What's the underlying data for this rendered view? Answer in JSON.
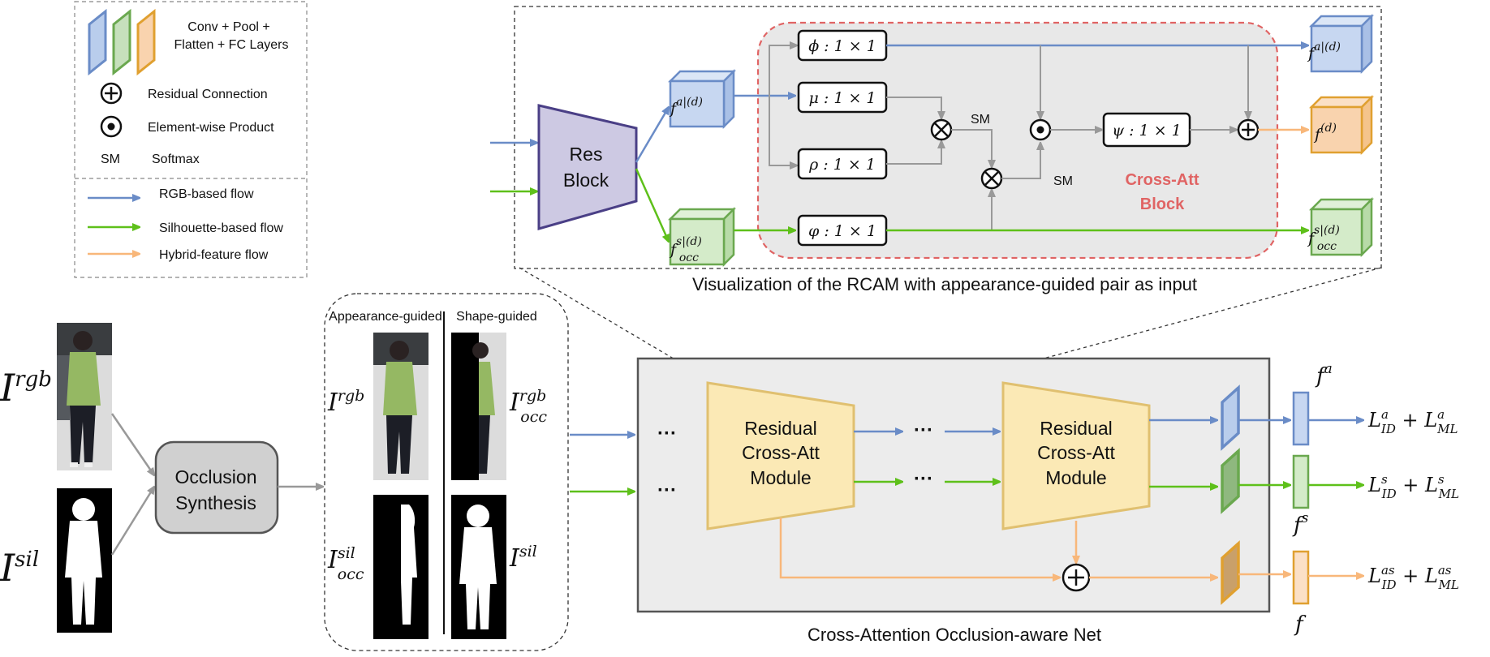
{
  "legend": {
    "layers": "Conv + Pool +",
    "layers2": "Flatten + FC Layers",
    "residual": "Residual Connection",
    "elementwise": "Element-wise Product",
    "sm_abbr": "SM",
    "softmax": "Softmax",
    "rgb_flow": "RGB-based flow",
    "sil_flow": "Silhouette-based flow",
    "hybrid_flow": "Hybrid-feature flow"
  },
  "colors": {
    "rgb": "#6a8cc7",
    "sil": "#5ec01a",
    "hybrid": "#f8b77a",
    "res_block": "#cdc9e3",
    "rcam": "#fbe9b5",
    "cross_att_red": "#e06464",
    "gray_arrow": "#999999"
  },
  "rcam_vis": {
    "res_block": [
      "Res",
      "Block"
    ],
    "phi": "ϕ : 1 × 1",
    "mu": "μ : 1 × 1",
    "rho": "ρ : 1 × 1",
    "varphi": "φ : 1 × 1",
    "psi": "ψ : 1 × 1",
    "sm1": "SM",
    "sm2": "SM",
    "cross_att": [
      "Cross-Att",
      "Block"
    ],
    "in_app": "fa|(d)",
    "in_sil": "fs|(d)occ",
    "out_app": "fa|(d)",
    "out_hybrid": "f(d)",
    "out_sil": "fs|(d)occ",
    "caption": "Visualization of the RCAM with appearance-guided pair as input"
  },
  "inputs": {
    "rgb": "Irgb",
    "sil": "Isil",
    "occlusion": [
      "Occlusion",
      "Synthesis"
    ]
  },
  "pairs": {
    "appearance": "Appearance-guided",
    "shape": "Shape-guided",
    "i_rgb": "Irgb",
    "i_rgb_occ": "Irgbocc",
    "i_sil_occ": "Isilocc",
    "i_sil": "Isil"
  },
  "net": {
    "module1": [
      "Residual",
      "Cross-Att",
      "Module"
    ],
    "module2": [
      "Residual",
      "Cross-Att",
      "Module"
    ],
    "dots": "···",
    "caption": "Cross-Attention Occlusion-aware Net",
    "f_a": "fa",
    "f_s": "fs",
    "f": "f",
    "loss_a": "LaID + LaML",
    "loss_s": "LsID + LsML",
    "loss_as": "LasID + LasML"
  }
}
